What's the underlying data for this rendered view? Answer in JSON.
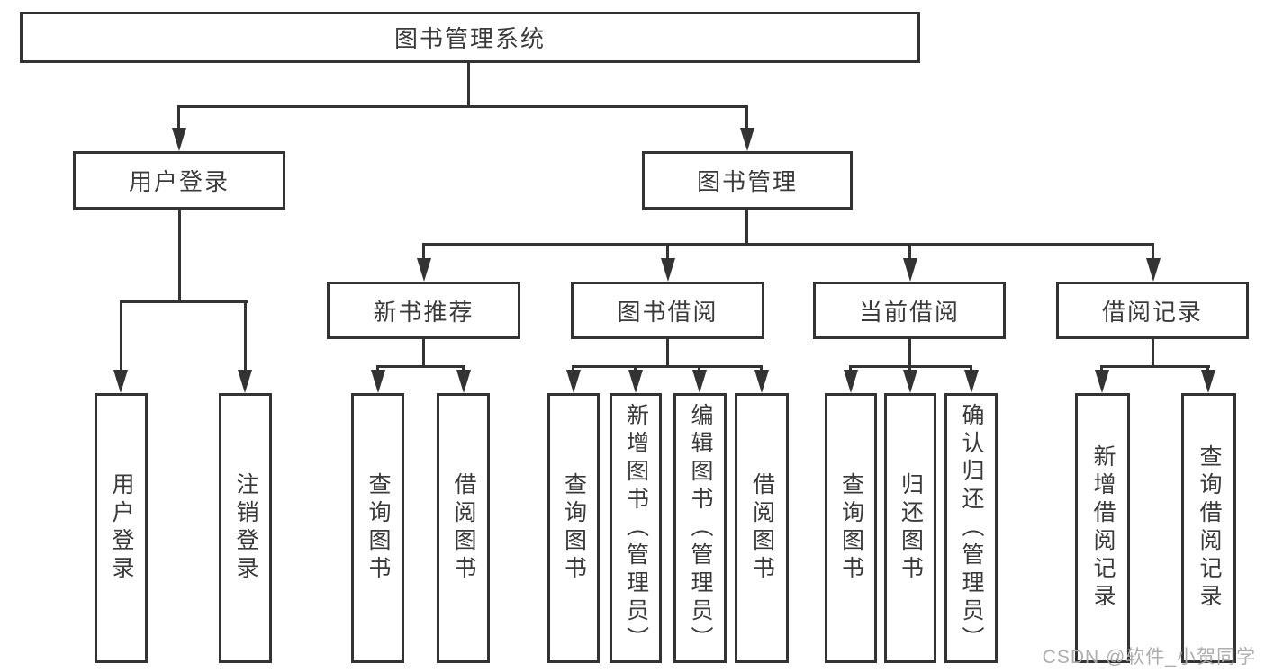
{
  "diagram_type": "hierarchy-tree",
  "tree": {
    "label": "图书管理系统",
    "children": [
      {
        "label": "用户登录",
        "children": [
          {
            "label": "用户登录"
          },
          {
            "label": "注销登录"
          }
        ]
      },
      {
        "label": "图书管理",
        "children": [
          {
            "label": "新书推荐",
            "children": [
              {
                "label": "查询图书"
              },
              {
                "label": "借阅图书"
              }
            ]
          },
          {
            "label": "图书借阅",
            "children": [
              {
                "label": "查询图书"
              },
              {
                "label": "新增图书（管理员）"
              },
              {
                "label": "编辑图书（管理员）"
              },
              {
                "label": "借阅图书"
              }
            ]
          },
          {
            "label": "当前借阅",
            "children": [
              {
                "label": "查询图书"
              },
              {
                "label": "归还图书"
              },
              {
                "label": "确认归还（管理员）"
              }
            ]
          },
          {
            "label": "借阅记录",
            "children": [
              {
                "label": "新增借阅记录"
              },
              {
                "label": "查询借阅记录"
              }
            ]
          }
        ]
      }
    ]
  },
  "watermark": {
    "text": "CSDN @软件_小贺同学"
  },
  "colors": {
    "line": "#333333",
    "text": "#3a3a3a",
    "watermark": "#aeaeae",
    "background": "#ffffff"
  }
}
